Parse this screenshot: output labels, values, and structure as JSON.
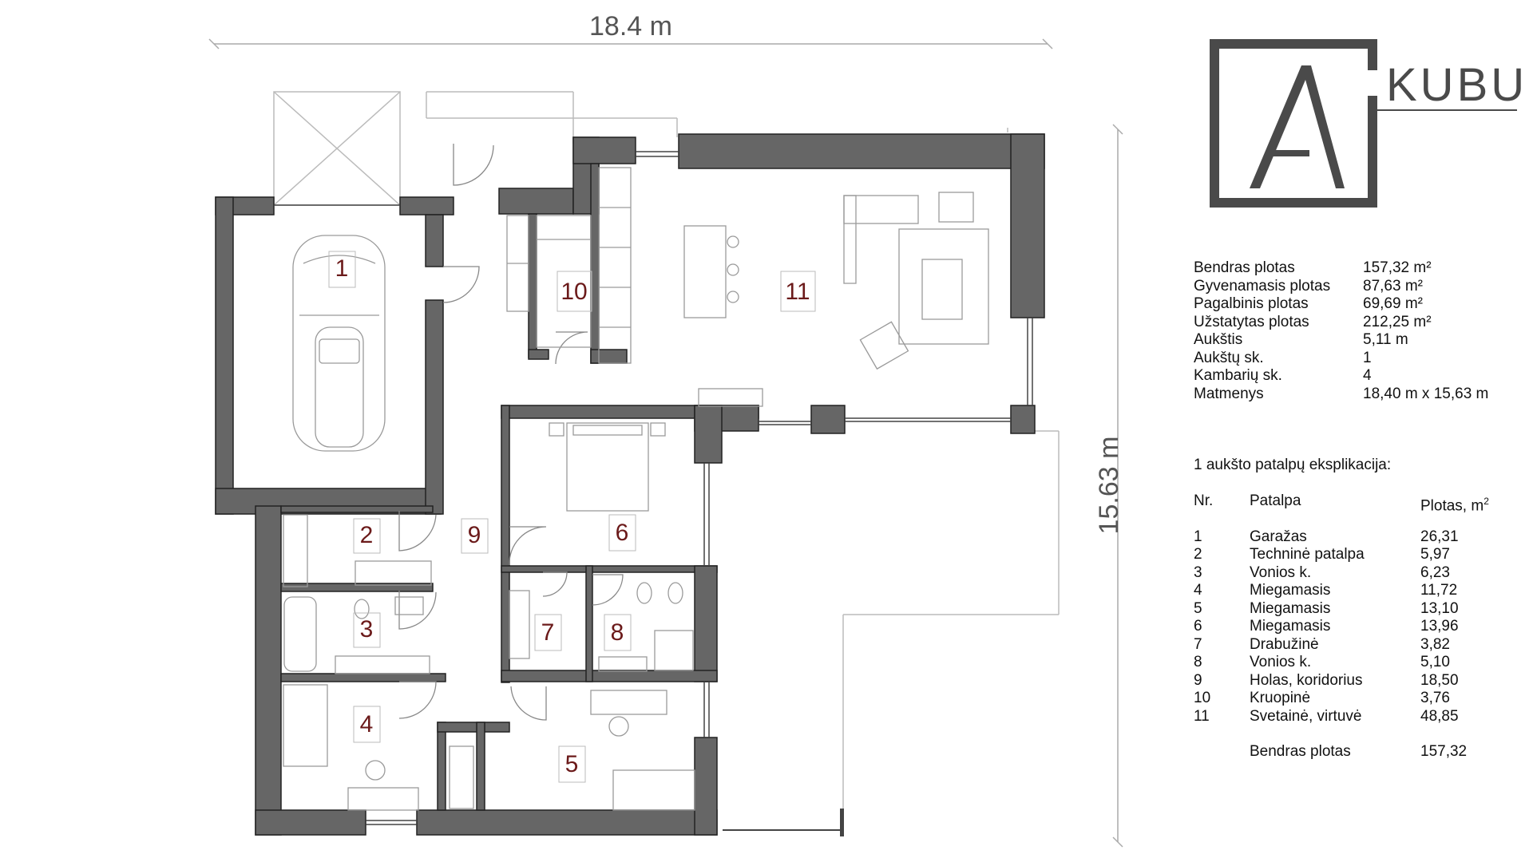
{
  "dimensions": {
    "width": "18.4 m",
    "height": "15.63 m"
  },
  "logo": {
    "text": "KUBU"
  },
  "room_labels": [
    "1",
    "2",
    "3",
    "4",
    "5",
    "6",
    "7",
    "8",
    "9",
    "10",
    "11"
  ],
  "stats": [
    {
      "label": "Bendras plotas",
      "value": "157,32 m²"
    },
    {
      "label": "Gyvenamasis plotas",
      "value": "87,63 m²"
    },
    {
      "label": "Pagalbinis plotas",
      "value": "69,69 m²"
    },
    {
      "label": "Užstatytas plotas",
      "value": "212,25 m²"
    },
    {
      "label": "Aukštis",
      "value": "5,11 m"
    },
    {
      "label": "Aukštų sk.",
      "value": "1"
    },
    {
      "label": "Kambarių sk.",
      "value": "4"
    },
    {
      "label": "Matmenys",
      "value": "18,40 m  x 15,63 m"
    }
  ],
  "explication": {
    "title": "1 aukšto patalpų eksplikacija:",
    "headers": {
      "nr": "Nr.",
      "room": "Patalpa",
      "area": "Plotas, m",
      "area_sup": "2"
    },
    "rows": [
      {
        "nr": "1",
        "room": "Garažas",
        "area": "26,31"
      },
      {
        "nr": "2",
        "room": "Techninė patalpa",
        "area": "5,97"
      },
      {
        "nr": "3",
        "room": "Vonios k.",
        "area": "6,23"
      },
      {
        "nr": "4",
        "room": "Miegamasis",
        "area": "11,72"
      },
      {
        "nr": "5",
        "room": "Miegamasis",
        "area": "13,10"
      },
      {
        "nr": "6",
        "room": "Miegamasis",
        "area": "13,96"
      },
      {
        "nr": "7",
        "room": "Drabužinė",
        "area": "3,82"
      },
      {
        "nr": "8",
        "room": "Vonios k.",
        "area": "5,10"
      },
      {
        "nr": "9",
        "room": "Holas, koridorius",
        "area": "18,50"
      },
      {
        "nr": "10",
        "room": "Kruopinė",
        "area": "3,76"
      },
      {
        "nr": "11",
        "room": "Svetainė, virtuvė",
        "area": "48,85"
      }
    ],
    "total": {
      "label": "Bendras plotas",
      "value": "157,32"
    }
  },
  "colors": {
    "wall": "#666666",
    "room_number": "#6b1a1a",
    "line": "#bbbbbb"
  }
}
